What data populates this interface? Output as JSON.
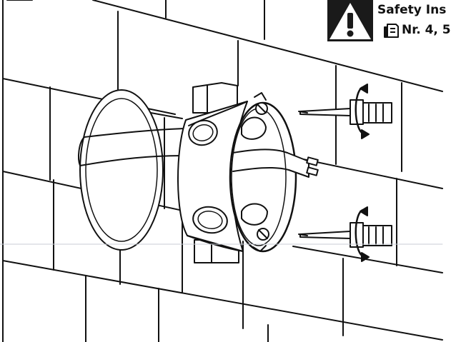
{
  "safety_banner": {
    "title": "Safety Ins",
    "reference": "Nr. 4, 5",
    "warning_icon": "warning-triangle-icon",
    "document_icon": "document-icon"
  },
  "illustration": {
    "subject": "flush-mount junction box fixed into a brick wall with two screwdrivers",
    "line_color": "#111111",
    "background_color": "#ffffff"
  }
}
